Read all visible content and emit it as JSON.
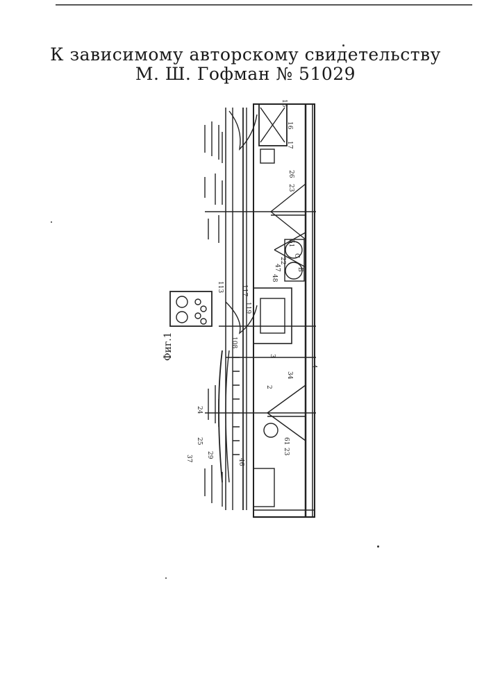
{
  "header": {
    "line1": "К зависимому авторскому свидетельству",
    "line2": "М. Ш. Гофман № 51029"
  },
  "figure": {
    "label": "Фиг.1",
    "callouts": [
      "15",
      "16",
      "17",
      "26",
      "23",
      "51",
      "22",
      "47",
      "48",
      "113",
      "117",
      "119",
      "108",
      "4",
      "34",
      "3",
      "2",
      "24",
      "25",
      "29",
      "37",
      "46",
      "23",
      "61",
      "С",
      "Б"
    ]
  }
}
